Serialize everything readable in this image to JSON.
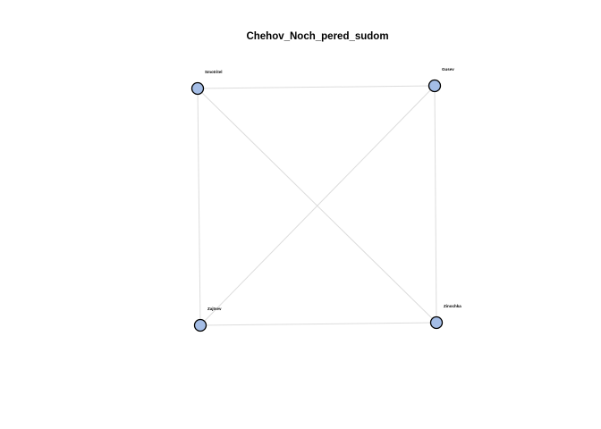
{
  "diagram": {
    "title": "Chehov_Noch_pered_sudom",
    "node_fill_color": "#a4bde6",
    "node_border_color": "#000000",
    "edge_color": "#dcdcdc",
    "nodes": [
      {
        "id": "smotritel",
        "label": "Smotritel"
      },
      {
        "id": "gusev",
        "label": "Gusev"
      },
      {
        "id": "zajcev",
        "label": "Zajtsev"
      },
      {
        "id": "zinochka",
        "label": "Zinochka"
      }
    ],
    "edges": [
      {
        "source": "smotritel",
        "target": "gusev"
      },
      {
        "source": "smotritel",
        "target": "zajcev"
      },
      {
        "source": "smotritel",
        "target": "zinochka"
      },
      {
        "source": "gusev",
        "target": "zajcev"
      },
      {
        "source": "gusev",
        "target": "zinochka"
      },
      {
        "source": "zajcev",
        "target": "zinochka"
      }
    ]
  }
}
